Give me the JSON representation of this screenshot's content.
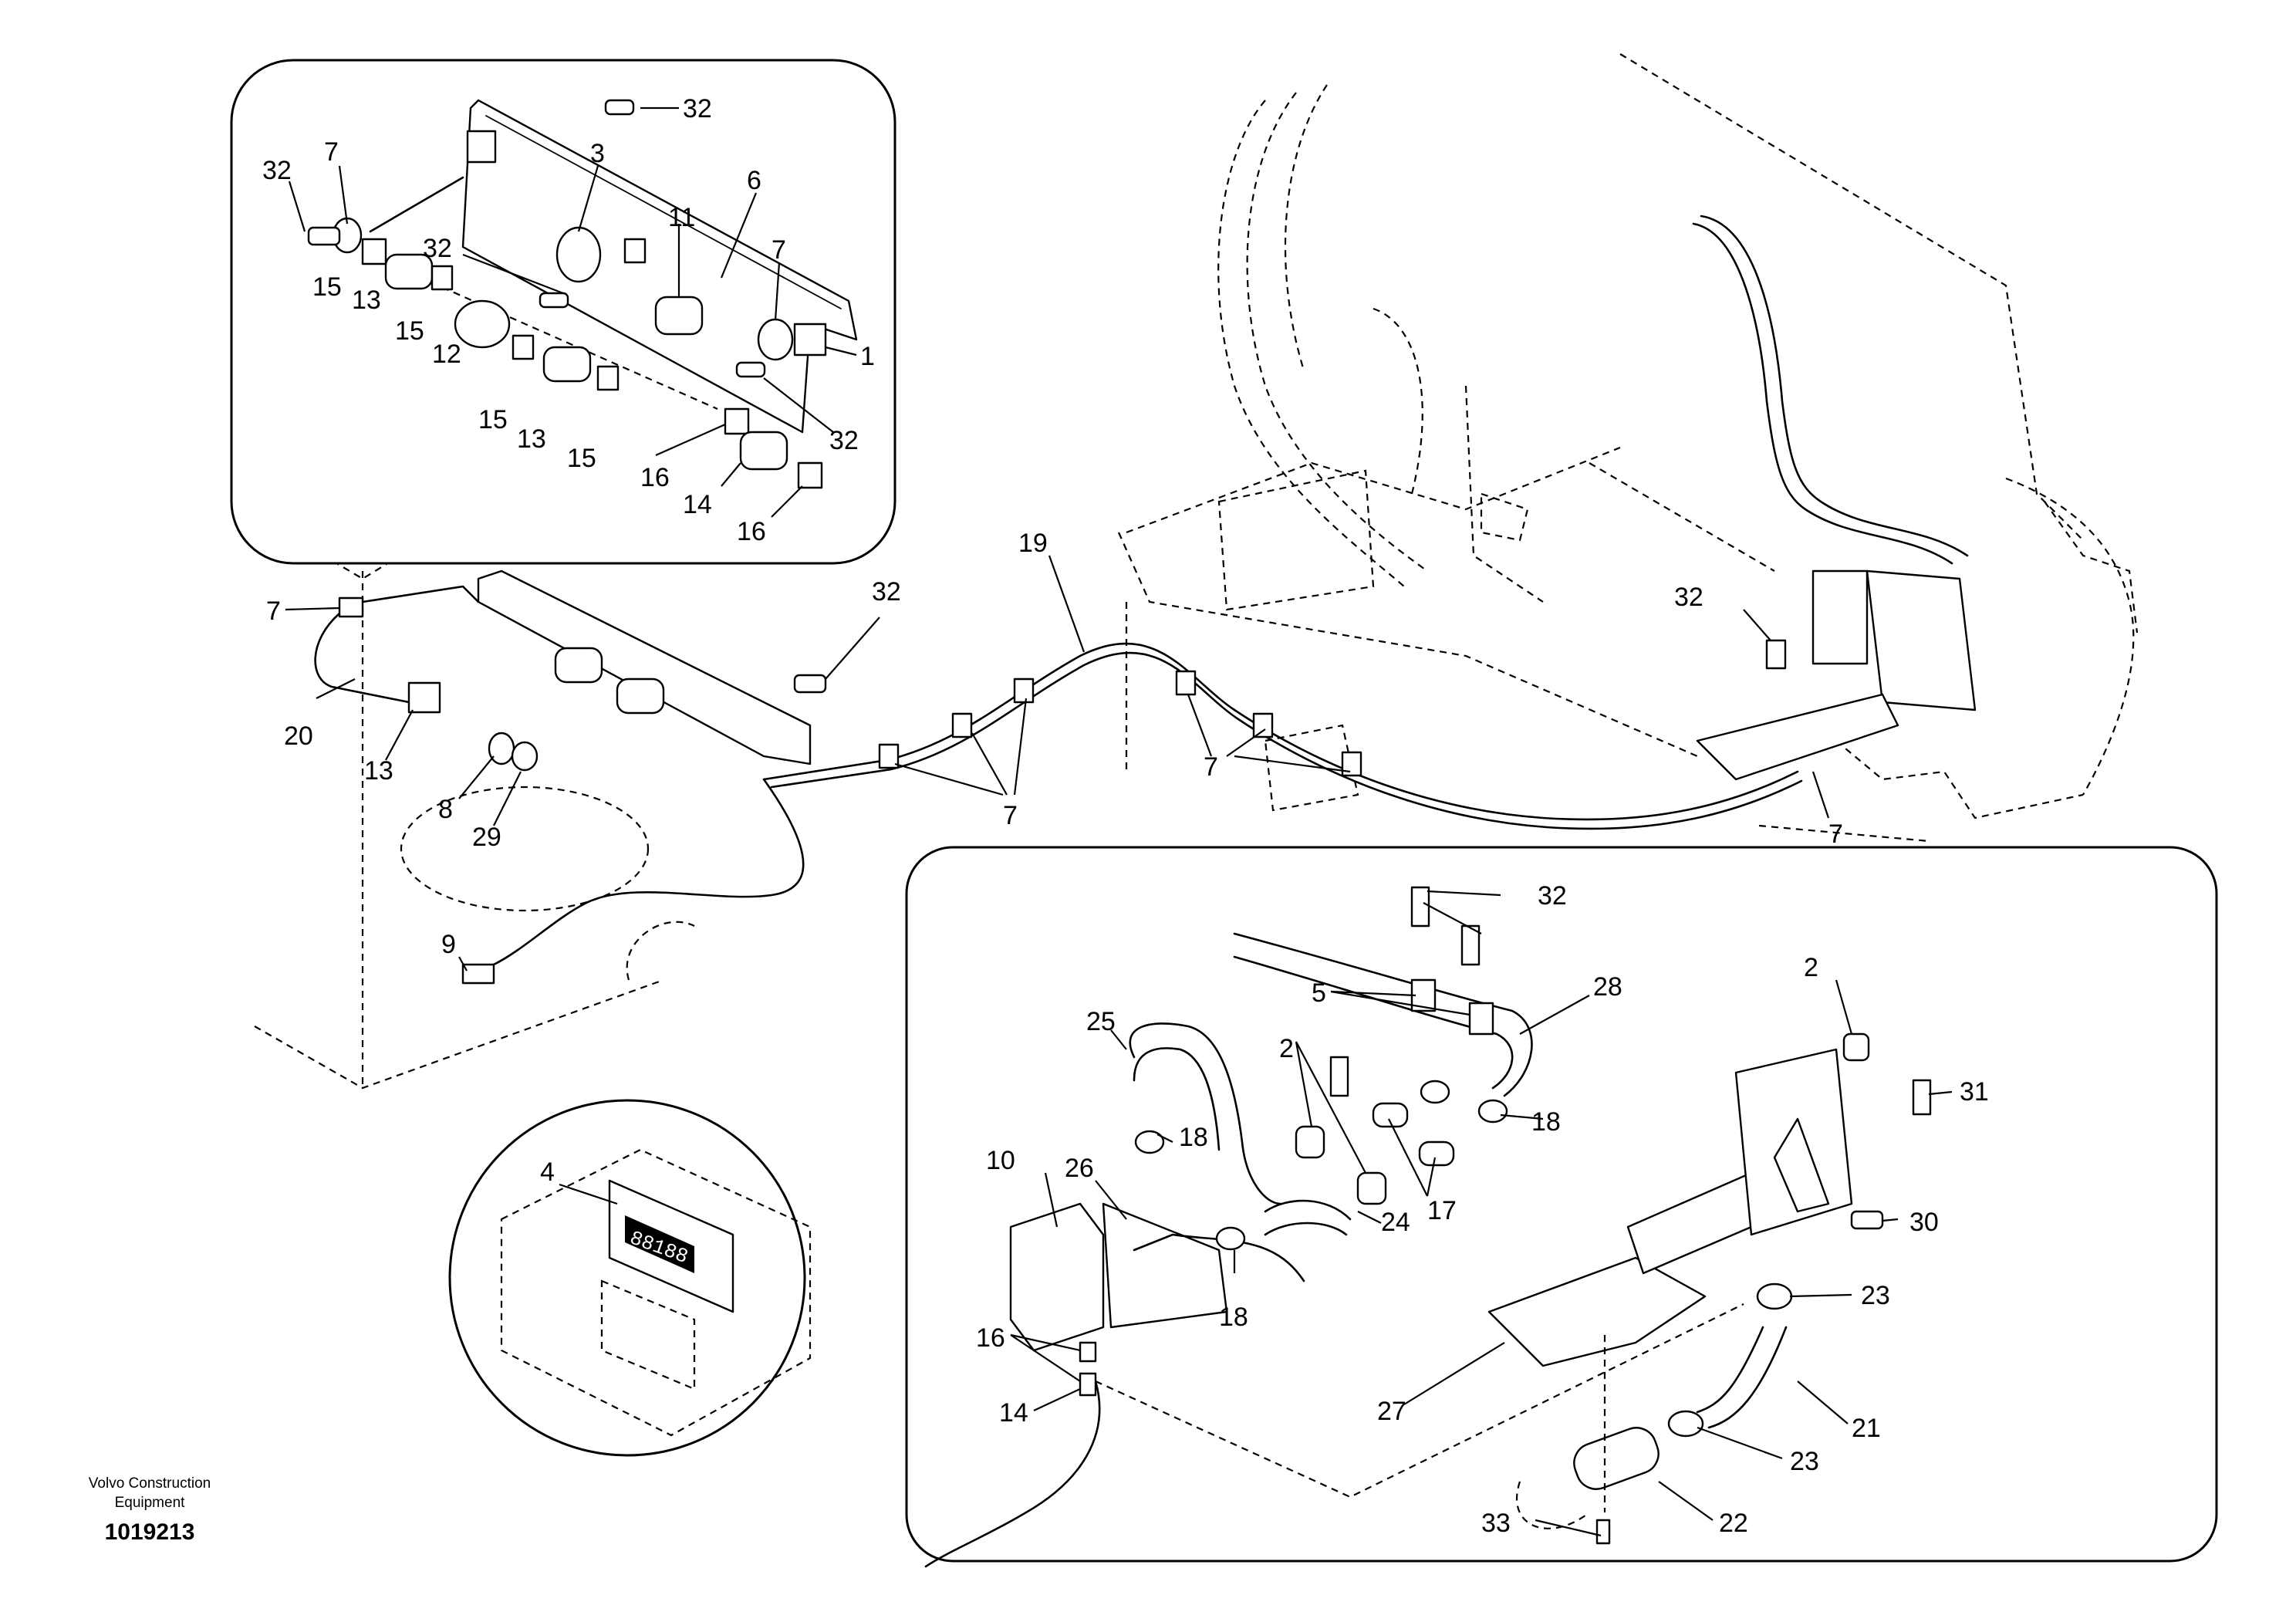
{
  "footer": {
    "brand_line1": "Volvo Construction",
    "brand_line2": "Equipment",
    "drawing_number": "1019213"
  },
  "callouts": {
    "c32a": "32",
    "c7a": "7",
    "c32b": "32",
    "c3": "3",
    "c6": "6",
    "c11": "11",
    "c32c": "32",
    "c7b": "7",
    "c1": "1",
    "c15a": "15",
    "c13a": "13",
    "c15b": "15",
    "c12": "12",
    "c15c": "15",
    "c13b": "13",
    "c15d": "15",
    "c32d": "32",
    "c16a": "16",
    "c14a": "14",
    "c16b": "16",
    "c7c": "7",
    "c20": "20",
    "c13c": "13",
    "c8": "8",
    "c29": "29",
    "c9": "9",
    "c32e": "32",
    "c19": "19",
    "c7d": "7",
    "c7e": "7",
    "c32f": "32",
    "c7f": "7",
    "c4": "4",
    "c32g": "32",
    "c5": "5",
    "c28": "28",
    "c2a": "2",
    "c2b": "2",
    "c31": "31",
    "c25": "25",
    "c18a": "18",
    "c18b": "18",
    "c17": "17",
    "c10": "10",
    "c26": "26",
    "c24": "24",
    "c30": "30",
    "c18c": "18",
    "c16c": "16",
    "c14b": "14",
    "c27": "27",
    "c23a": "23",
    "c21": "21",
    "c23b": "23",
    "c22": "22",
    "c33": "33"
  },
  "display_readout": "88188"
}
